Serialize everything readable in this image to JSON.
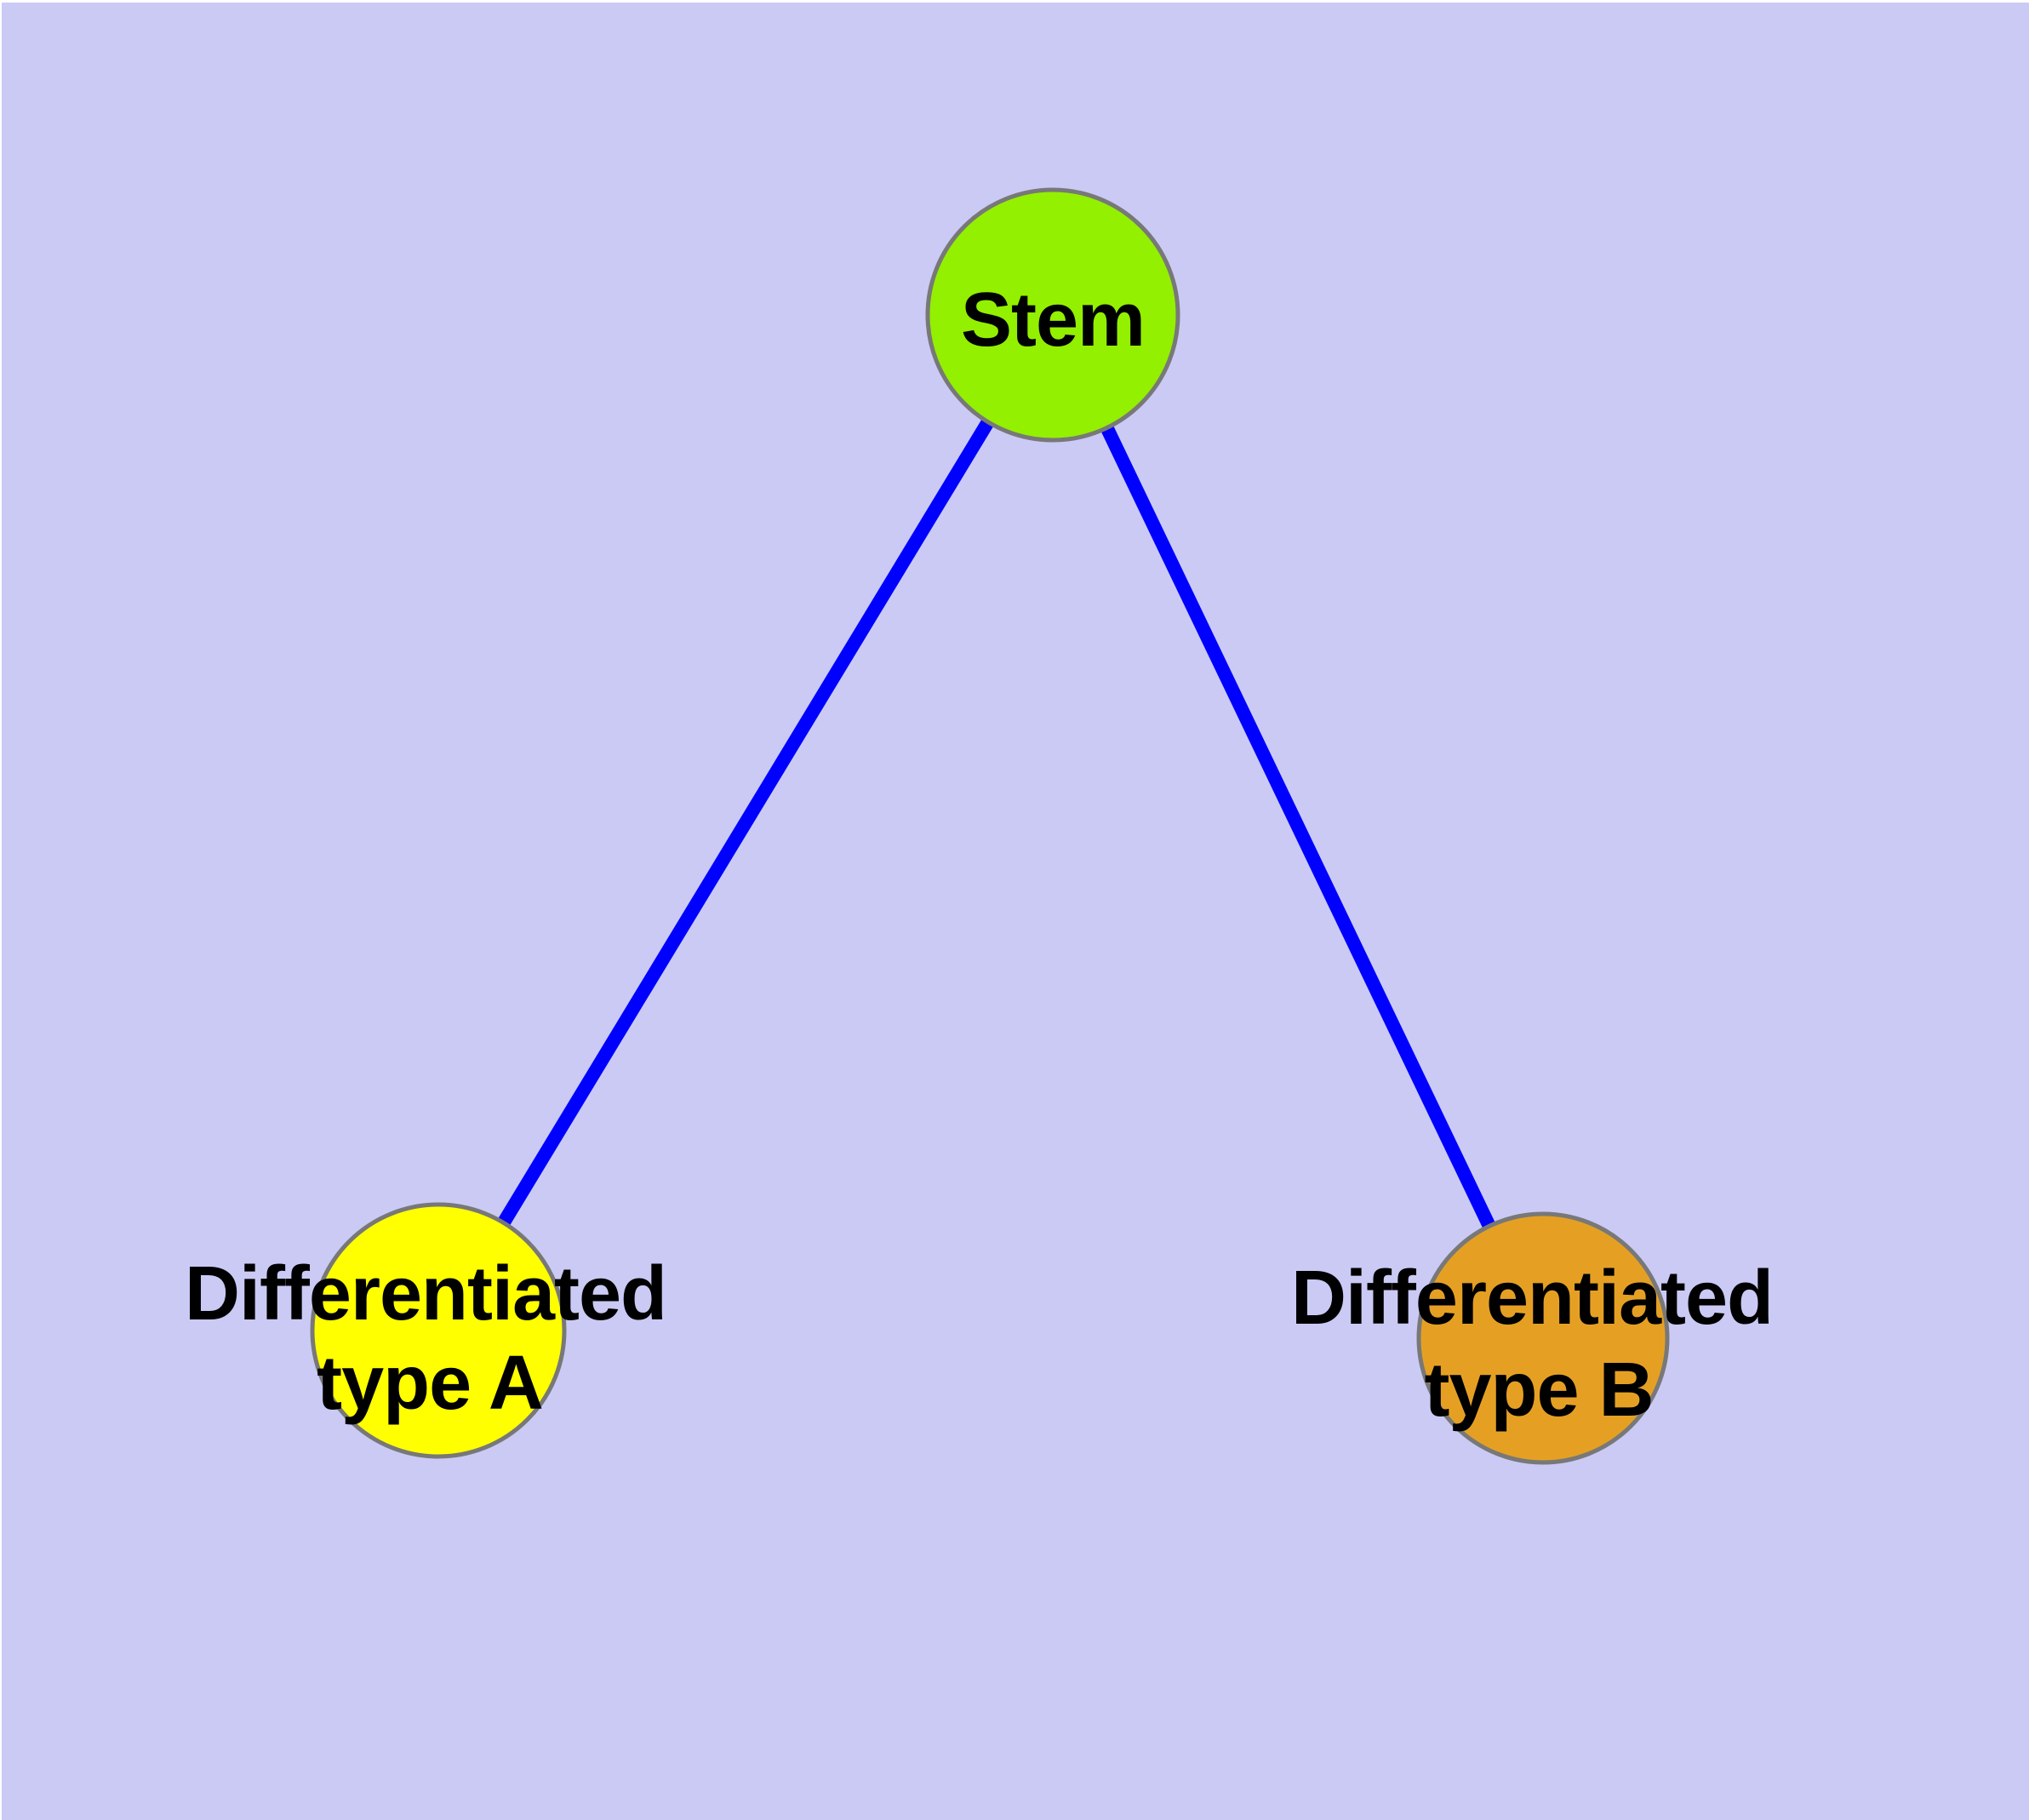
{
  "diagram": {
    "background_color": "#CACAF5",
    "page_margin_color": "#FFFFFF",
    "edge_color": "#0000FF",
    "node_border_color": "#787878",
    "label_color": "#000000",
    "nodes": {
      "stem": {
        "label": "Stem",
        "color": "#93F000"
      },
      "type_a": {
        "label_line1": "Differentiated",
        "label_line2": "type A",
        "label_full": "Differentiated type A",
        "color": "#FFFF00"
      },
      "type_b": {
        "label_line1": "Differentiated",
        "label_line2": "type B",
        "label_full": "Differentiated type B",
        "color": "#E5A024"
      }
    },
    "edges": [
      {
        "from": "Stem",
        "to": "Differentiated type A"
      },
      {
        "from": "Stem",
        "to": "Differentiated type B"
      }
    ]
  }
}
